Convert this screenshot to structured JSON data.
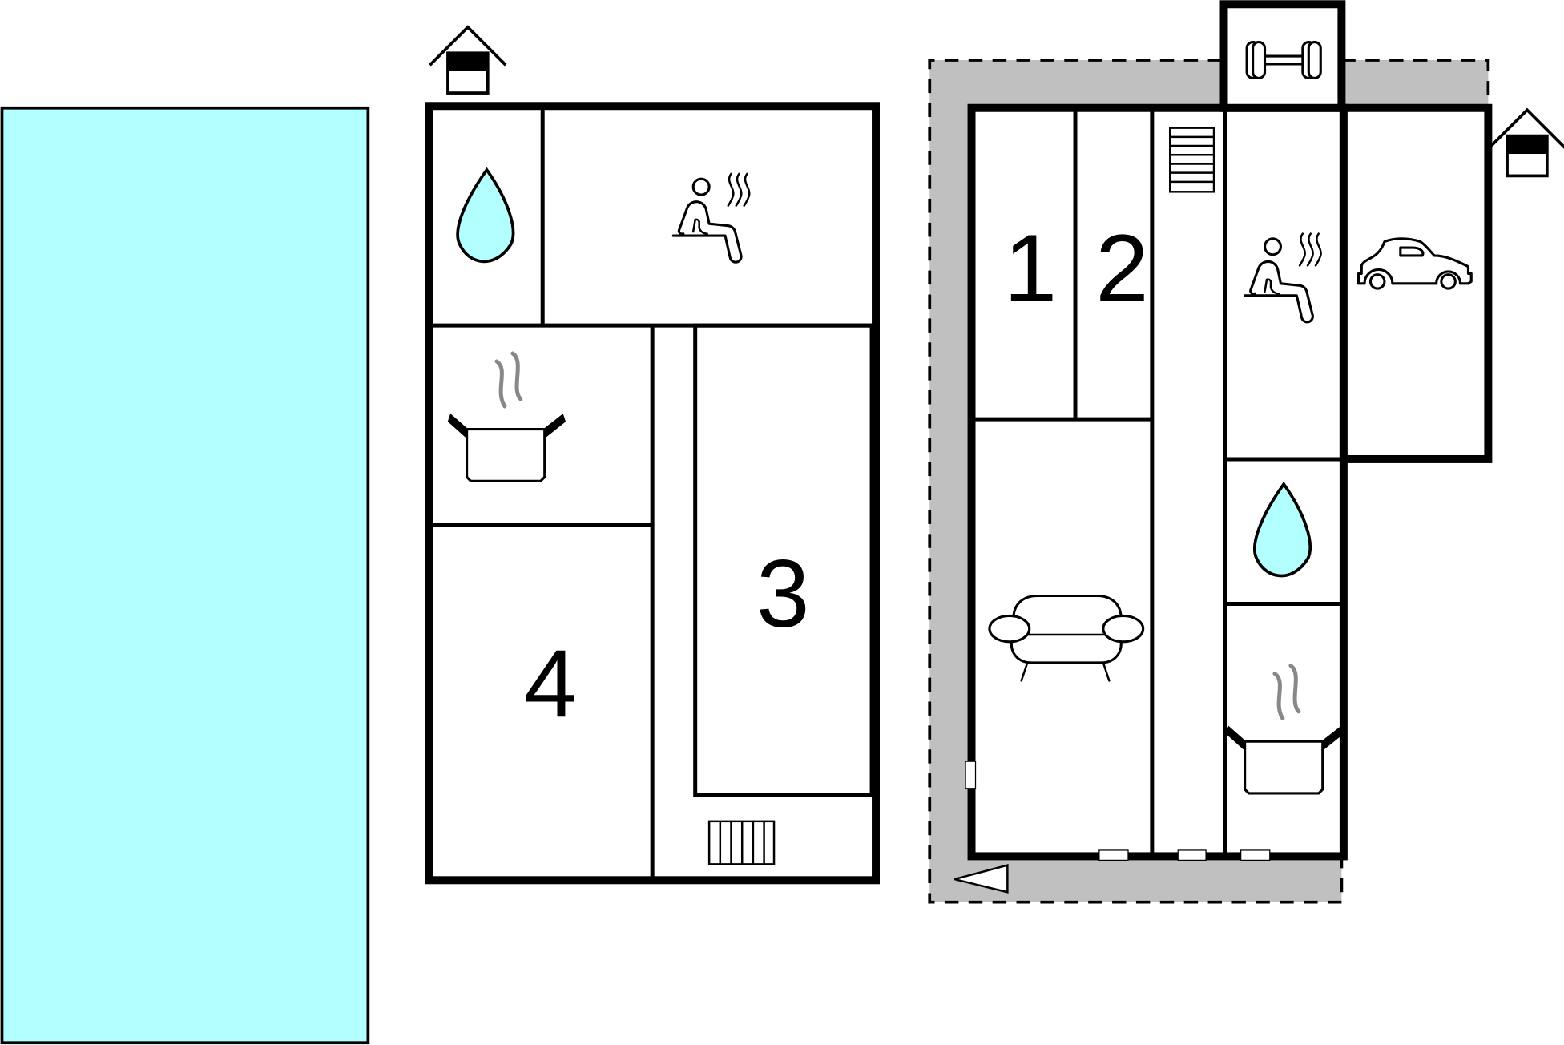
{
  "colors": {
    "pool": "#b3ffff",
    "water": "#b3ffff",
    "terrace": "#c0c0c0",
    "walls": "#000000"
  },
  "pool": {
    "icon": "pool"
  },
  "building_left": {
    "entrance_icon": "house-entrance-icon",
    "rooms": [
      {
        "label": "",
        "icon": "water-drop-icon"
      },
      {
        "label": "",
        "icon": "sauna-icon"
      },
      {
        "label": "",
        "icon": "cooking-pot-icon"
      },
      {
        "label": "3",
        "icon": ""
      },
      {
        "label": "4",
        "icon": ""
      },
      {
        "label": "",
        "icon": "stairs-icon"
      }
    ]
  },
  "building_right": {
    "entrance_icon": "house-entrance-icon",
    "entrance_arrow": "arrow-left-icon",
    "rooms": [
      {
        "label": "1",
        "icon": ""
      },
      {
        "label": "2",
        "icon": ""
      },
      {
        "label": "",
        "icon": "stairs-icon"
      },
      {
        "label": "",
        "icon": "dumbbell-icon"
      },
      {
        "label": "",
        "icon": "sauna-icon"
      },
      {
        "label": "",
        "icon": "car-icon"
      },
      {
        "label": "",
        "icon": "water-drop-icon"
      },
      {
        "label": "",
        "icon": "sofa-icon"
      },
      {
        "label": "",
        "icon": "cooking-pot-icon"
      }
    ]
  }
}
